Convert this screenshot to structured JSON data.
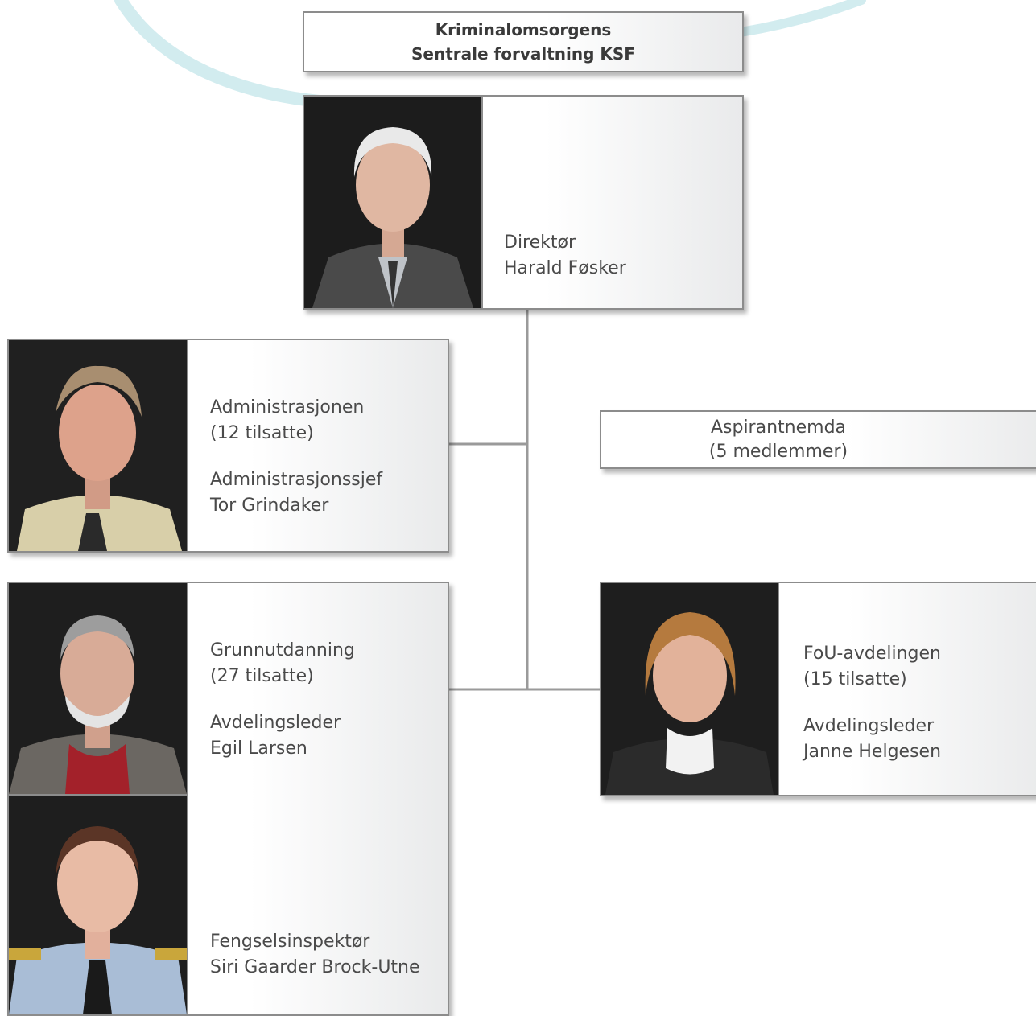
{
  "header": {
    "line1": "Kriminalomsorgens",
    "line2": "Sentrale forvaltning KSF"
  },
  "director": {
    "title": "Direktør",
    "name": "Harald Føsker"
  },
  "administrasjon": {
    "unit": "Administrasjonen",
    "staff": "(12 tilsatte)",
    "role": "Administrasjonssjef",
    "name": "Tor Grindaker"
  },
  "aspirantnemda": {
    "unit": "Aspirantnemda",
    "members": "(5 medlemmer)"
  },
  "grunnutdanning": {
    "unit": "Grunnutdanning",
    "staff": "(27 tilsatte)",
    "role": "Avdelingsleder",
    "name": "Egil Larsen",
    "role2": "Fengselsinspektør",
    "name2": "Siri Gaarder Brock-Utne"
  },
  "fou": {
    "unit": "FoU-avdelingen",
    "staff": "(15 tilsatte)",
    "role": "Avdelingsleder",
    "name": "Janne Helgesen"
  },
  "colors": {
    "line": "#999999",
    "border": "#8c8c8c",
    "swoosh": "#c8e6ea",
    "text": "#4a4a4a"
  }
}
